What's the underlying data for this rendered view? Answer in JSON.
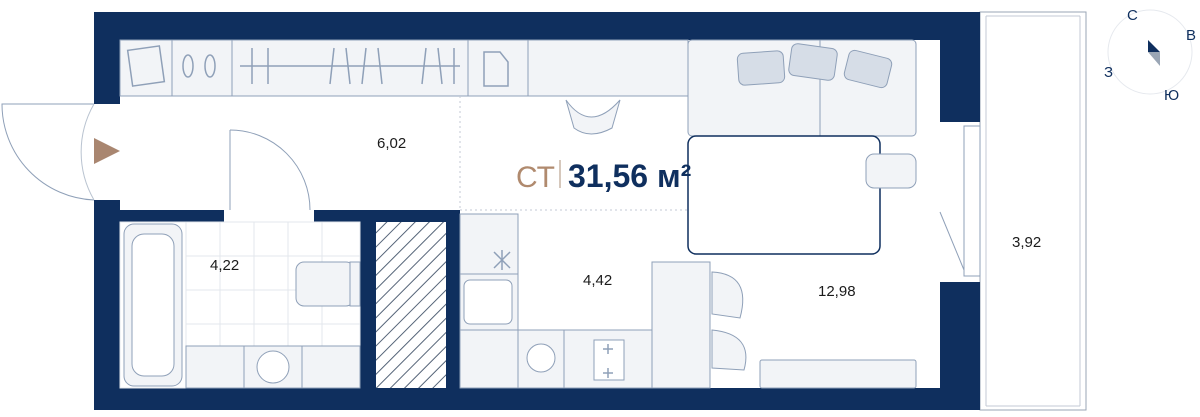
{
  "plan": {
    "type_label": "СТ",
    "total_area": "31,56 м²",
    "rooms": {
      "hall": "6,02",
      "bathroom": "4,22",
      "kitchen": "4,42",
      "living": "12,98",
      "balcony": "3,92"
    }
  },
  "compass": {
    "north": "С",
    "east": "В",
    "west": "З",
    "south": "Ю"
  },
  "colors": {
    "wall": "#0f2f5e",
    "furniture_fill": "#f2f4f7",
    "furniture_stroke": "#8fa0b8",
    "accent": "#a98670"
  }
}
